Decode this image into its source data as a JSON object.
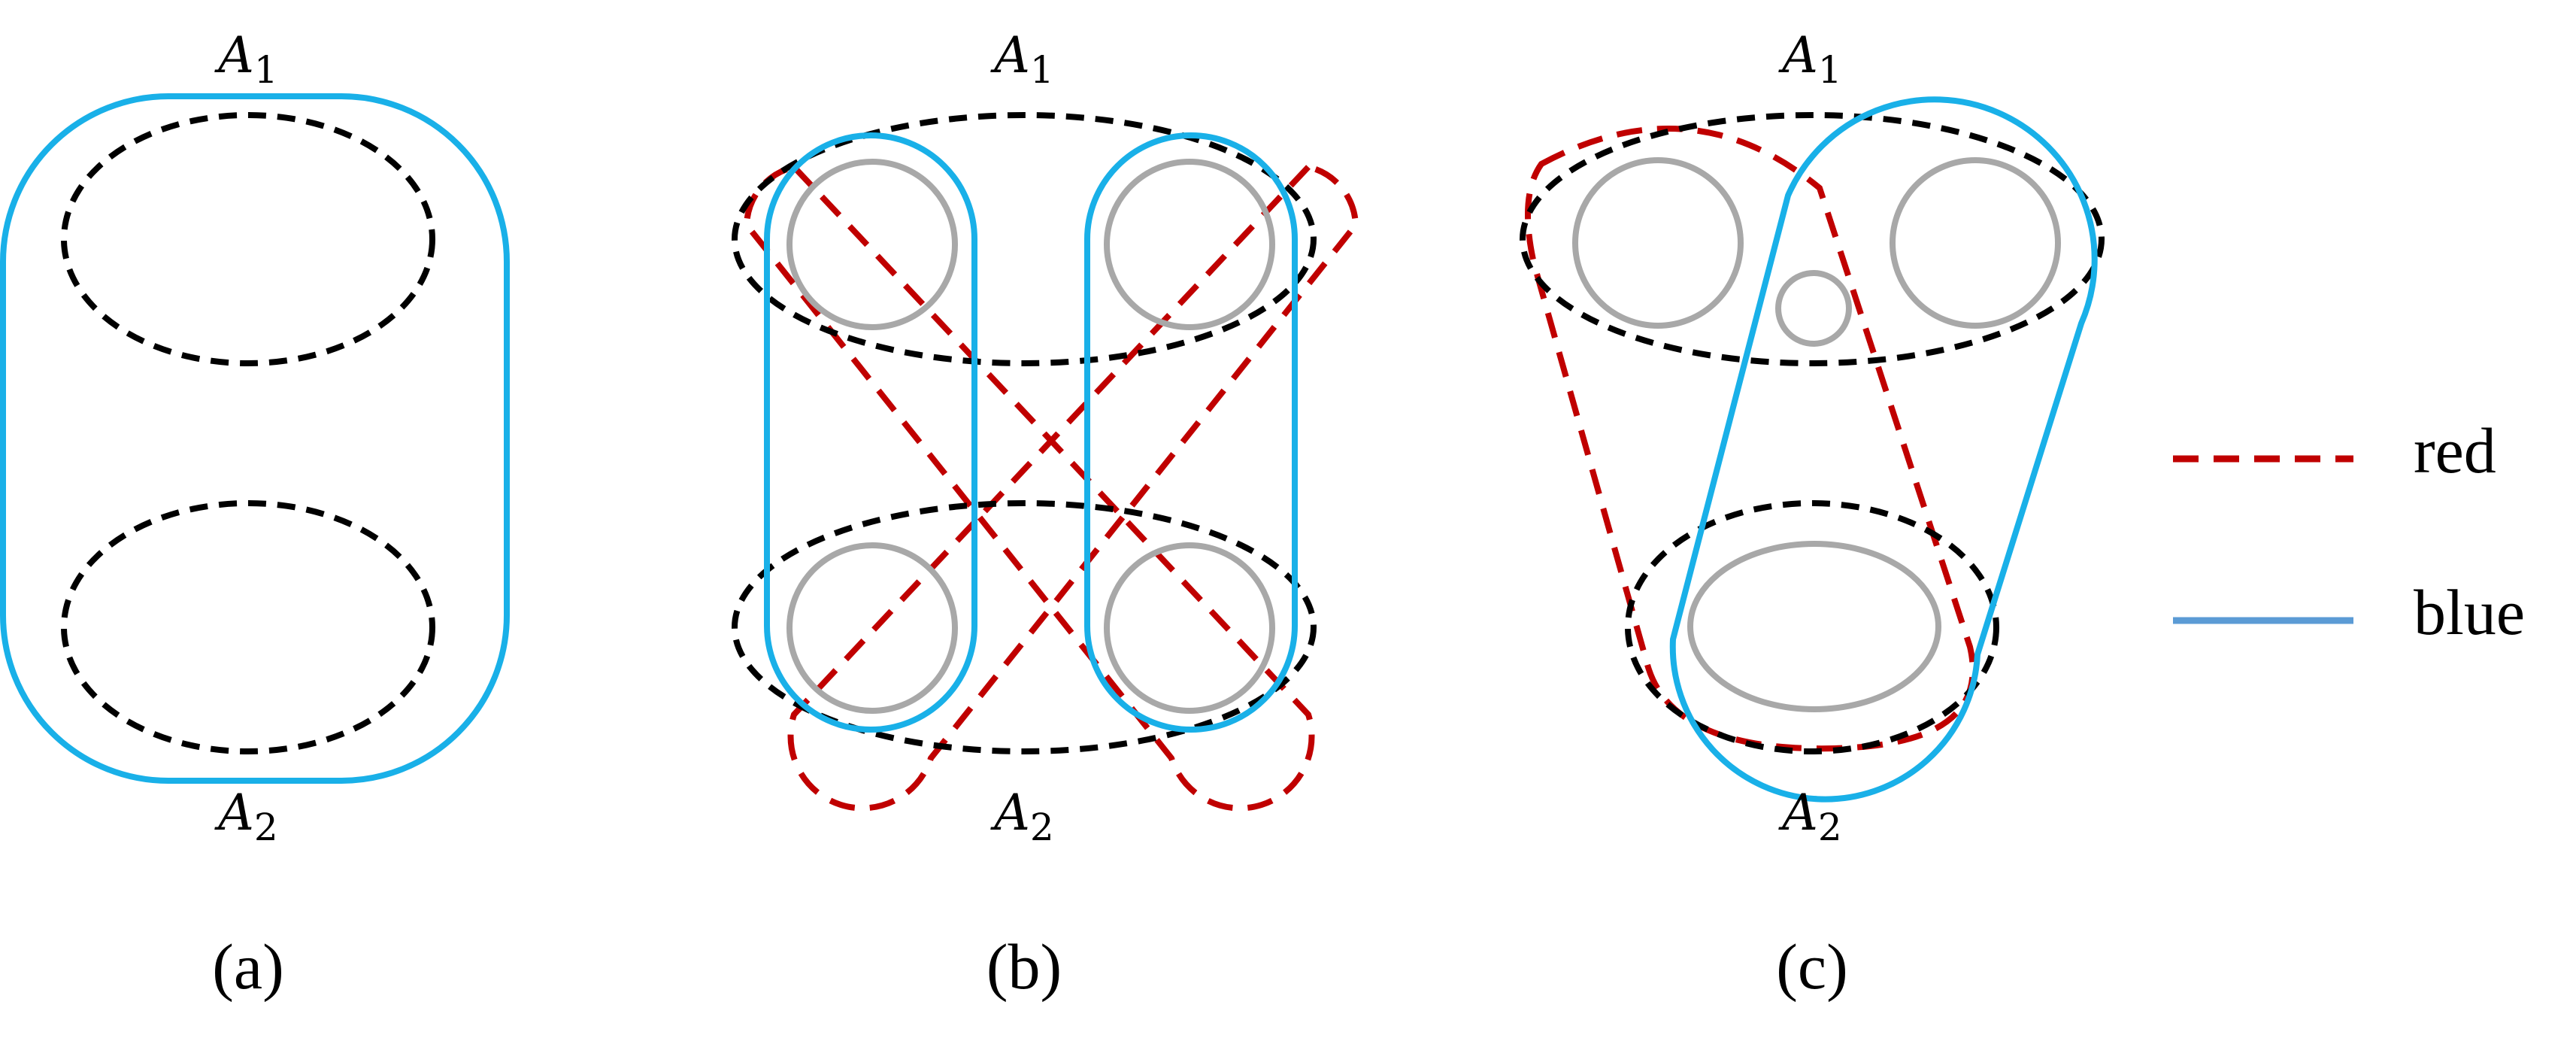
{
  "colors": {
    "red_line": "#c00000",
    "blue_line": "#19b0e8",
    "blue_legend": "#5b9bd5",
    "black_dashed": "#000000",
    "gray_circle": "#a8a8a8"
  },
  "panels": [
    {
      "caption": "(a)",
      "top_label": {
        "base": "A",
        "sub": "1"
      },
      "bottom_label": {
        "base": "A",
        "sub": "2"
      }
    },
    {
      "caption": "(b)",
      "top_label": {
        "base": "A",
        "sub": "1"
      },
      "bottom_label": {
        "base": "A",
        "sub": "2"
      }
    },
    {
      "caption": "(c)",
      "top_label": {
        "base": "A",
        "sub": "1"
      },
      "bottom_label": {
        "base": "A",
        "sub": "2"
      }
    }
  ],
  "legend": {
    "items": [
      {
        "label": "red",
        "style": "dashed",
        "color": "#c00000"
      },
      {
        "label": "blue",
        "style": "solid",
        "color": "#5b9bd5"
      }
    ]
  }
}
